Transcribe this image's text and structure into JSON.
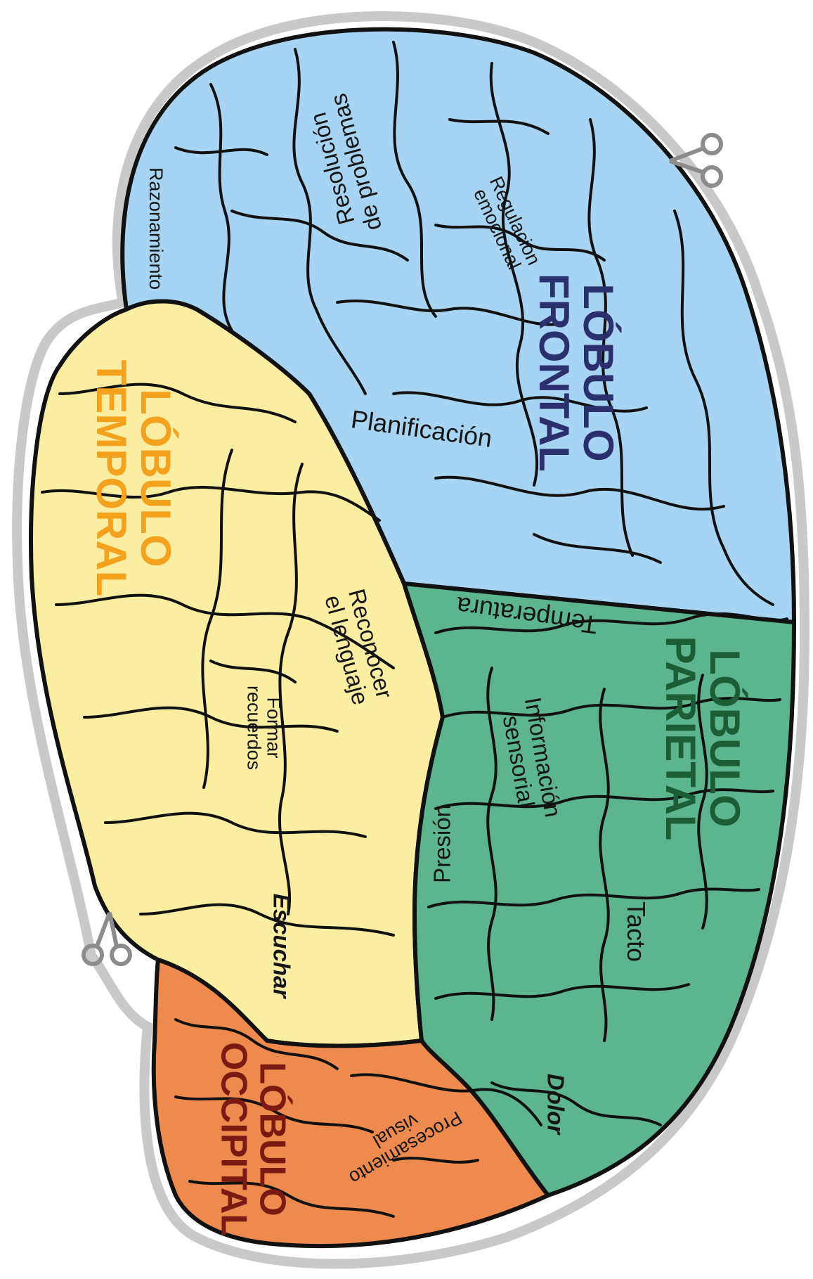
{
  "regions": [
    {
      "id": "frontal",
      "title_line1": "LÓBULO",
      "title_line2": "FRONTAL",
      "fill": "#a6d4f2",
      "title_color": "#2b2f6e"
    },
    {
      "id": "temporal",
      "title_line1": "LÓBULO",
      "title_line2": "TEMPORAL",
      "fill": "#fbeea3",
      "title_color": "#f4a21e"
    },
    {
      "id": "parietal",
      "title_line1": "LÓBULO",
      "title_line2": "PARIETAL",
      "fill": "#5cb58f",
      "title_color": "#1b5e35"
    },
    {
      "id": "occipital",
      "title_line1": "LÓBULO",
      "title_line2": "OCCIPITAL",
      "fill": "#ee8a4d",
      "title_color": "#7a1a12"
    }
  ],
  "functions": {
    "razonamiento": "Razonamiento",
    "resolucion_1": "Resolución",
    "resolucion_2": "de problemas",
    "regulacion_1": "Regulación",
    "regulacion_2": "emocional",
    "planificacion": "Planificación",
    "reconocer_1": "Reconocer",
    "reconocer_2": "el lenguaje",
    "recuerdos_1": "Formar",
    "recuerdos_2": "recuerdos",
    "escuchar": "Escuchar",
    "temperatura": "Temperatura",
    "informacion_1": "Información",
    "informacion_2": "sensorial",
    "presion": "Presión",
    "tacto": "Tacto",
    "dolor": "Dolor",
    "visual_1": "Procesamiento",
    "visual_2": "visual"
  },
  "icons": [
    "scissors-icon",
    "scissors-icon"
  ],
  "colors": {
    "outline": "#111111",
    "cut_border": "#c9c9c9"
  }
}
